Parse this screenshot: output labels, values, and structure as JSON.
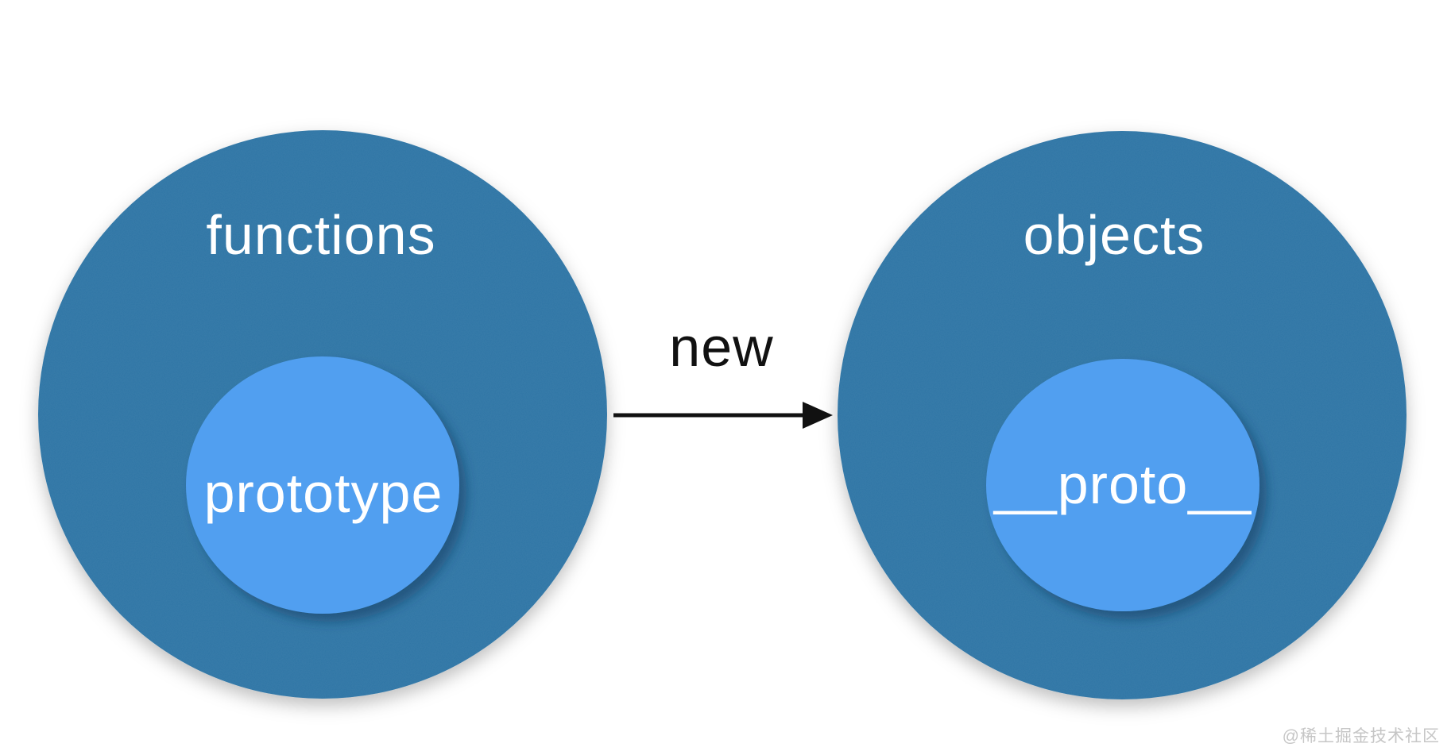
{
  "diagram": {
    "nodes": {
      "functions": {
        "label": "functions",
        "inner_label": "prototype"
      },
      "objects": {
        "label": "objects",
        "inner_label": "__proto__"
      }
    },
    "arrow": {
      "label": "new"
    },
    "colors": {
      "outer_circle": "#2e74a5",
      "inner_circle": "#519ff0",
      "circle_text": "#ffffff",
      "arrow": "#111111",
      "watermark": "#c6c6c6",
      "background": "#ffffff"
    }
  },
  "watermark": {
    "text": "@稀土掘金技术社区"
  }
}
